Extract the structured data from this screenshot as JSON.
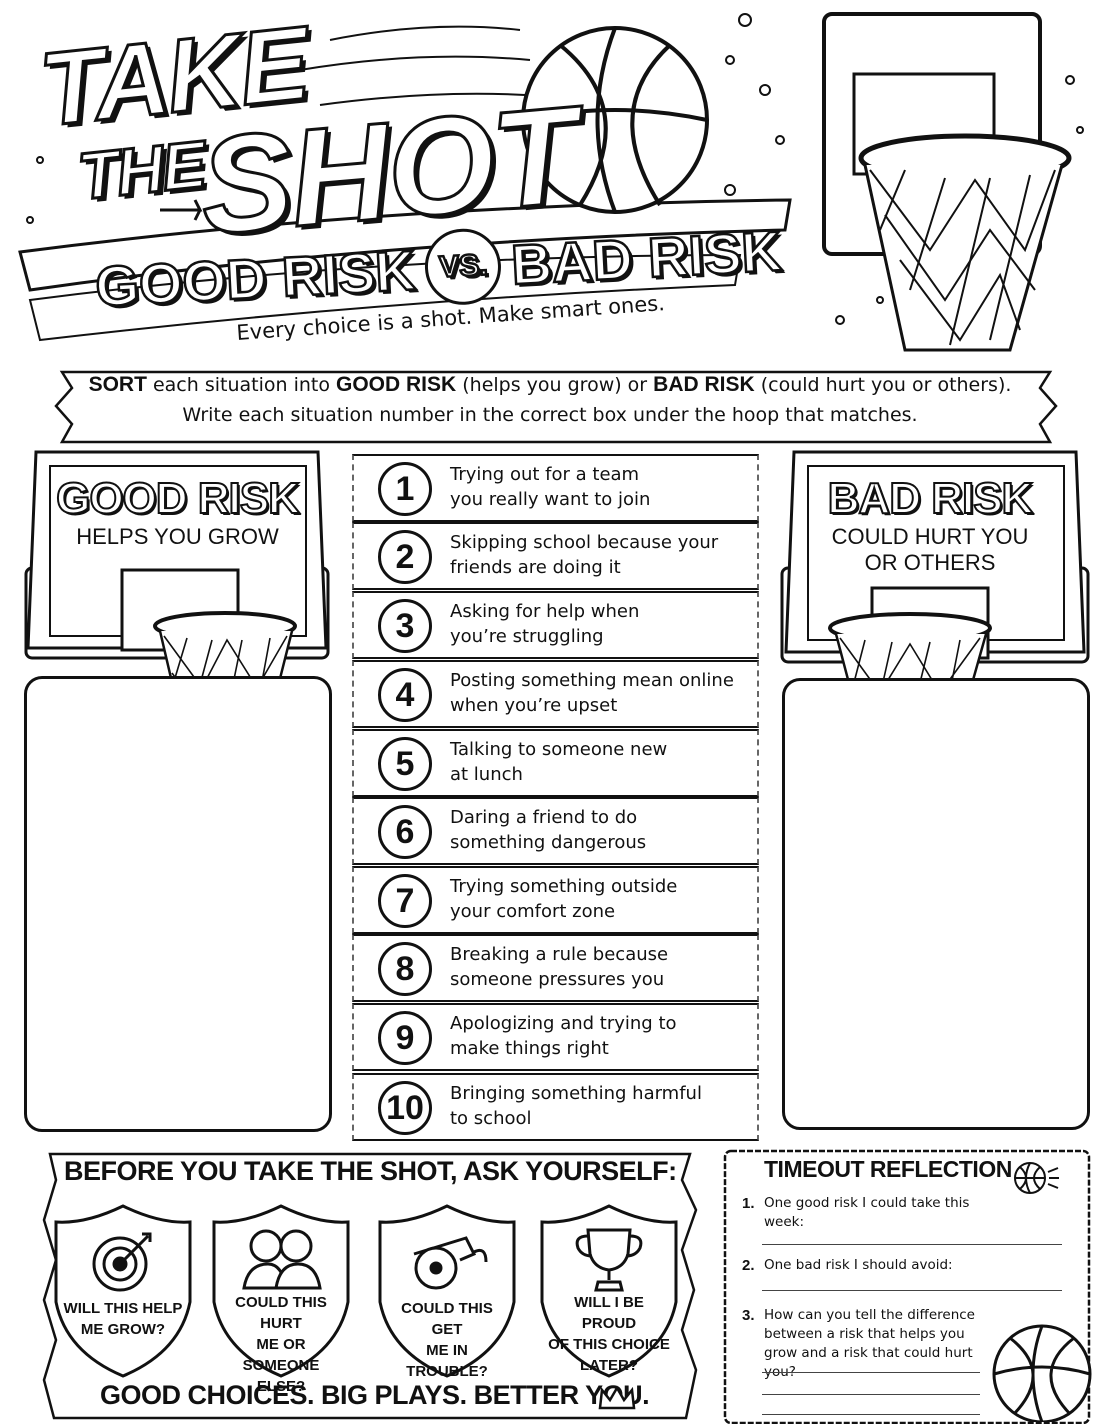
{
  "header": {
    "title_take": "TAKE",
    "title_the": "THE",
    "title_shot": "SHOT",
    "good_label": "GOOD RISK",
    "vs_label": "VS.",
    "bad_label": "BAD RISK",
    "tagline": "Every choice is a shot. Make smart ones."
  },
  "instructions": {
    "line1_sort": "SORT",
    "line1_a": " each situation into ",
    "line1_good": "GOOD RISK",
    "line1_b": " (helps you grow) or ",
    "line1_bad": "BAD RISK",
    "line1_c": " (could hurt you or others).",
    "line2": "Write each situation number in the correct box under the hoop that matches."
  },
  "good_panel": {
    "title": "GOOD RISK",
    "subtitle": "HELPS YOU GROW"
  },
  "bad_panel": {
    "title": "BAD RISK",
    "subtitle_line1": "COULD HURT YOU",
    "subtitle_line2": "OR OTHERS"
  },
  "situations": [
    {
      "num": "1",
      "line1": "Trying out for a team",
      "line2": "you really want to join"
    },
    {
      "num": "2",
      "line1": "Skipping school because your",
      "line2": "friends are doing it"
    },
    {
      "num": "3",
      "line1": "Asking for help when",
      "line2": "you’re struggling"
    },
    {
      "num": "4",
      "line1": "Posting something mean online",
      "line2": "when you’re upset"
    },
    {
      "num": "5",
      "line1": "Talking to someone new",
      "line2": "at lunch"
    },
    {
      "num": "6",
      "line1": "Daring a friend to do",
      "line2": "something dangerous"
    },
    {
      "num": "7",
      "line1": "Trying something outside",
      "line2": "your comfort zone"
    },
    {
      "num": "8",
      "line1": "Breaking a rule because",
      "line2": "someone pressures you"
    },
    {
      "num": "9",
      "line1": "Apologizing and trying to",
      "line2": "make things right"
    },
    {
      "num": "10",
      "line1": "Bringing something harmful",
      "line2": "to school"
    }
  ],
  "ask": {
    "title_a": "BEFORE YOU TAKE THE SHOT",
    "title_b": ", ASK YOURSELF:",
    "shields": [
      {
        "icon": "target-icon",
        "line1": "WILL THIS HELP",
        "line2": "ME GROW?",
        "line3": ""
      },
      {
        "icon": "people-icon",
        "line1": "COULD THIS HURT",
        "line2": "ME OR SOMEONE",
        "line3": "ELSE?"
      },
      {
        "icon": "whistle-icon",
        "line1": "COULD THIS GET",
        "line2": "ME IN TROUBLE?",
        "line3": ""
      },
      {
        "icon": "trophy-icon",
        "line1": "WILL I BE PROUD",
        "line2": "OF THIS CHOICE",
        "line3": "LATER?"
      }
    ],
    "slogan": "GOOD CHOICES. BIG PLAYS. BETTER YOU."
  },
  "timeout": {
    "title": "TIMEOUT REFLECTION",
    "questions": [
      {
        "n": "1.",
        "text": "One good risk I could take this week:"
      },
      {
        "n": "2.",
        "text": "One bad risk I should avoid:"
      },
      {
        "n": "3.",
        "text": "How can you tell the difference between a risk that helps you grow and a risk that could hurt you?"
      }
    ]
  }
}
